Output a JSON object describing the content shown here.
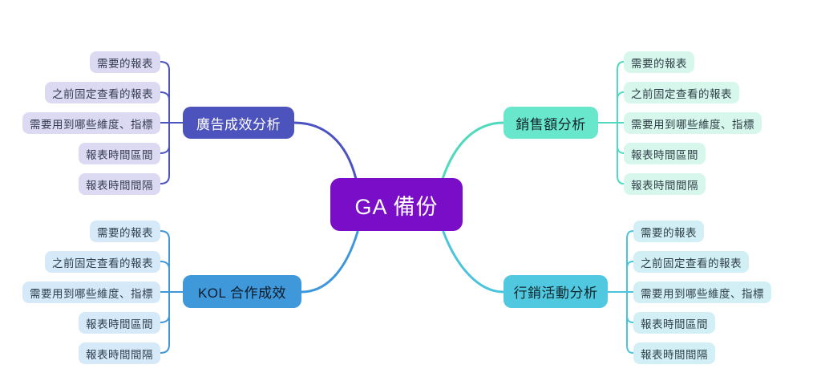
{
  "diagram": {
    "type": "mindmap",
    "center": {
      "label": "GA 備份",
      "bg": "#7a0ec8",
      "text_color": "#ffffff"
    },
    "branches": [
      {
        "id": "ad-performance",
        "label": "廣告成效分析",
        "position": "top-left",
        "bg": "#4c53bc",
        "text_color": "#ffffff",
        "line_color": "#4a53c0",
        "leaf_bg": "#dcdaf3",
        "leaf_text_color": "#343b52",
        "children": [
          "需要的報表",
          "之前固定查看的報表",
          "需要用到哪些維度、指標",
          "報表時間區間",
          "報表時間間隔"
        ]
      },
      {
        "id": "sales-analysis",
        "label": "銷售額分析",
        "position": "top-right",
        "bg": "#69e7cc",
        "text_color": "#12262c",
        "line_color": "#4fd9bd",
        "leaf_bg": "#d7f6ec",
        "leaf_text_color": "#2f3f47",
        "children": [
          "需要的報表",
          "之前固定查看的報表",
          "需要用到哪些維度、指標",
          "報表時間區間",
          "報表時間間隔"
        ]
      },
      {
        "id": "kol-collaboration",
        "label": "KOL 合作成效",
        "position": "bottom-left",
        "bg": "#3e98da",
        "text_color": "#0d1b2a",
        "line_color": "#3e97da",
        "leaf_bg": "#d6e9f8",
        "leaf_text_color": "#2c3f50",
        "children": [
          "需要的報表",
          "之前固定查看的報表",
          "需要用到哪些維度、指標",
          "報表時間區間",
          "報表時間間隔"
        ]
      },
      {
        "id": "marketing-campaign",
        "label": "行銷活動分析",
        "position": "bottom-right",
        "bg": "#50c9e0",
        "text_color": "#12262c",
        "line_color": "#49c4dc",
        "leaf_bg": "#d2eff6",
        "leaf_text_color": "#2f3f47",
        "children": [
          "需要的報表",
          "之前固定查看的報表",
          "需要用到哪些維度、指標",
          "報表時間區間",
          "報表時間間隔"
        ]
      }
    ]
  }
}
